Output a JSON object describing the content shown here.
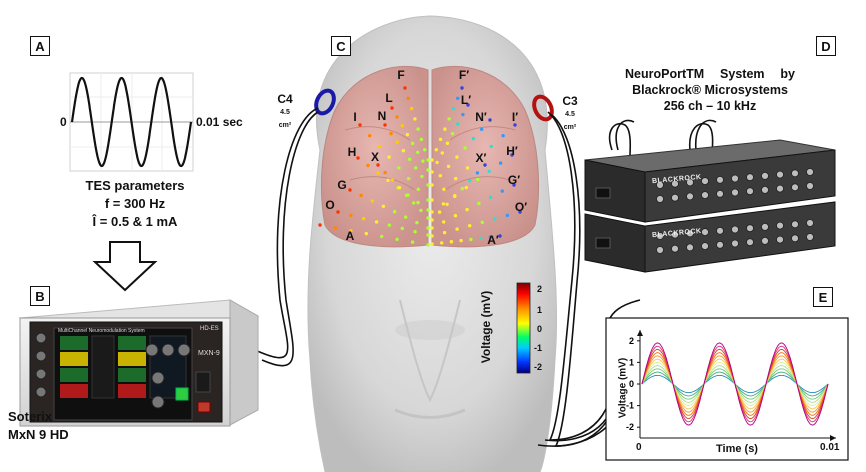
{
  "panels": {
    "a": "A",
    "b": "B",
    "c": "C",
    "d": "D",
    "e": "E"
  },
  "sine_panel": {
    "zero": "0",
    "end": "0.01 sec"
  },
  "tes": {
    "title": "TES parameters",
    "freq": "f = 300 Hz",
    "current": "Î = 0.5 & 1 mA"
  },
  "device_b": {
    "line1": "Soterix",
    "line2": "MxN 9 HD"
  },
  "device_b_screen": {
    "header": "MultiChannel Neuromodulation System",
    "model": "MXN-9",
    "badge": "HD-ES"
  },
  "electrodes": {
    "left": {
      "name": "C4",
      "area": "4.5",
      "unit": "cm²"
    },
    "right": {
      "name": "C3",
      "area": "4.5",
      "unit": "cm²"
    }
  },
  "brain_labels": {
    "left": [
      "F",
      "L",
      "N",
      "I",
      "H",
      "X",
      "G",
      "O",
      "A"
    ],
    "right": [
      "F′",
      "L′",
      "N′",
      "I′",
      "H′",
      "X′",
      "G′",
      "O′",
      "A′"
    ]
  },
  "colorbar": {
    "label": "Voltage (mV)",
    "ticks": [
      "2",
      "1",
      "0",
      "-1",
      "-2"
    ],
    "colors": [
      "#7a0000",
      "#ff0000",
      "#ff9900",
      "#ffff00",
      "#00ff66",
      "#00ccff",
      "#0033ff",
      "#00007a"
    ]
  },
  "neuroport": {
    "line1": "NeuroPortTM System by",
    "line2": "Blackrock® Microsystems",
    "line3": "256 ch – 10 kHz",
    "brand": "BLACKROCK"
  },
  "chart_data": {
    "type": "line",
    "xlabel": "Time (s)",
    "ylabel": "Voltage (mV)",
    "xlim": [
      0,
      0.01
    ],
    "ylim": [
      -2.5,
      2.5
    ],
    "x_ticks": [
      "0",
      "0.01"
    ],
    "y_ticks": [
      "2",
      "1",
      "0",
      "-1",
      "-2"
    ],
    "frequency_hz": 300,
    "series_amplitudes": [
      0.4,
      0.55,
      0.7,
      0.85,
      1.0,
      1.15,
      1.3,
      1.45,
      1.6,
      1.75,
      1.9
    ],
    "series_colors": [
      "#2b8cbe",
      "#41ae76",
      "#78c679",
      "#addd8e",
      "#d9f0a3",
      "#fec44f",
      "#fe9929",
      "#ec7014",
      "#cc4c02",
      "#e7298a",
      "#ae017e"
    ]
  }
}
